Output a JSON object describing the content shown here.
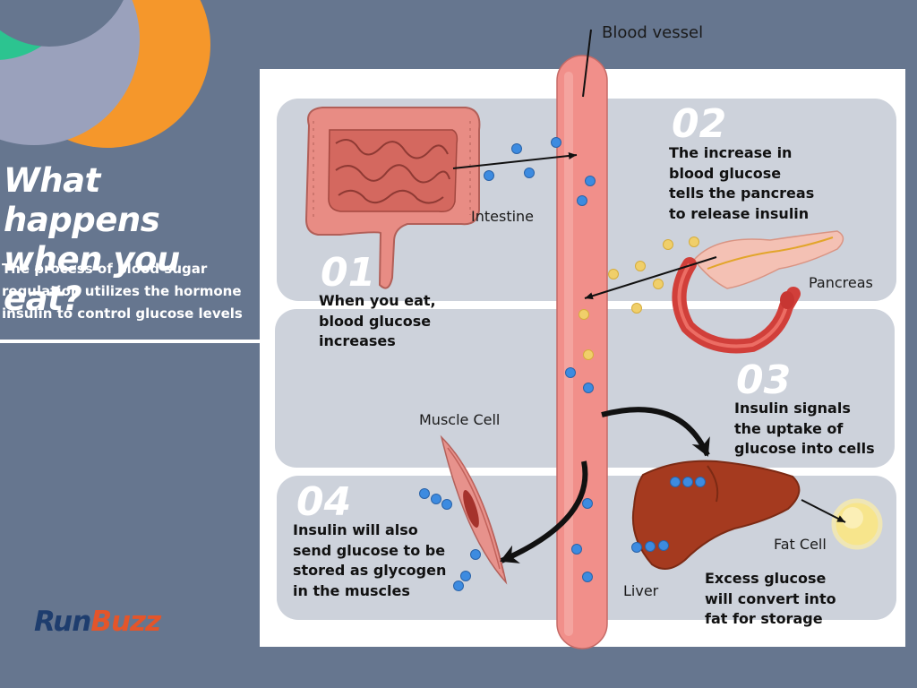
{
  "header": {
    "title": "What happens\nwhen you eat?",
    "subtitle": "The process of blood sugar\nregulation utilizes the hormone\ninsulin to control glucose levels"
  },
  "logo": {
    "part1": "Run",
    "part2": "Buzz"
  },
  "labels": {
    "blood_vessel": "Blood vessel",
    "intestine": "Intestine",
    "pancreas": "Pancreas",
    "muscle_cell": "Muscle Cell",
    "fat_cell": "Fat Cell",
    "liver": "Liver"
  },
  "steps": [
    {
      "number": "01",
      "text": "When you eat,\nblood glucose\nincreases"
    },
    {
      "number": "02",
      "text": "The increase in\nblood glucose\ntells the pancreas\nto release insulin"
    },
    {
      "number": "03",
      "text": "Insulin signals\nthe uptake of\nglucose into cells"
    },
    {
      "number": "04",
      "text": "Insulin will also\nsend glucose to be\nstored as glycogen\nin the muscles"
    }
  ],
  "note": "Excess glucose\nwill convert  into\nfat for storage",
  "colors": {
    "background": "#66768f",
    "panel": "#cdd2db",
    "vessel": "#f18f8a",
    "glucose": "#3d8be0",
    "insulin": "#f0cf6a",
    "brand_dark": "#1e3d6e",
    "brand_accent": "#e4552a"
  },
  "icons": [
    "intestine-icon",
    "pancreas-icon",
    "muscle-cell-icon",
    "liver-icon",
    "fat-cell-icon"
  ]
}
